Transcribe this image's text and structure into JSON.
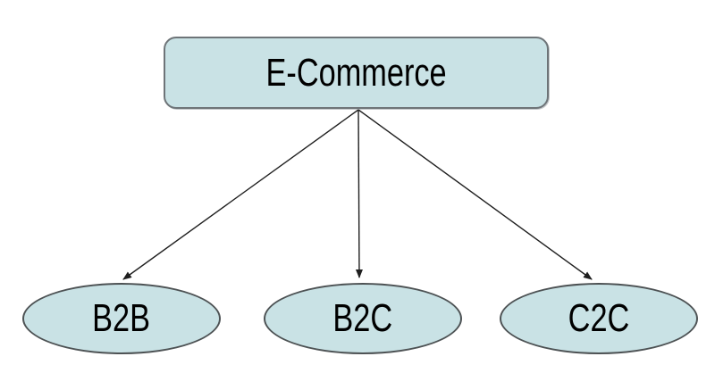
{
  "diagram": {
    "type": "tree",
    "title_node": {
      "id": "e-commerce",
      "label": "E-Commerce",
      "shape": "rounded-rectangle"
    },
    "child_nodes": [
      {
        "id": "b2b",
        "label": "B2B",
        "shape": "ellipse"
      },
      {
        "id": "b2c",
        "label": "B2C",
        "shape": "ellipse"
      },
      {
        "id": "c2c",
        "label": "C2C",
        "shape": "ellipse"
      }
    ],
    "edges": [
      {
        "from": "E-Commerce",
        "to": "B2B",
        "style": "arrow"
      },
      {
        "from": "E-Commerce",
        "to": "B2C",
        "style": "arrow"
      },
      {
        "from": "E-Commerce",
        "to": "C2C",
        "style": "arrow"
      }
    ]
  },
  "colors": {
    "background": "#ffffff",
    "node_fill": "#c9e2e5",
    "box_border": "#6e7478",
    "ellipse_border": "#4d5254",
    "arrow": "#1f1f1f",
    "text": "#000000"
  }
}
